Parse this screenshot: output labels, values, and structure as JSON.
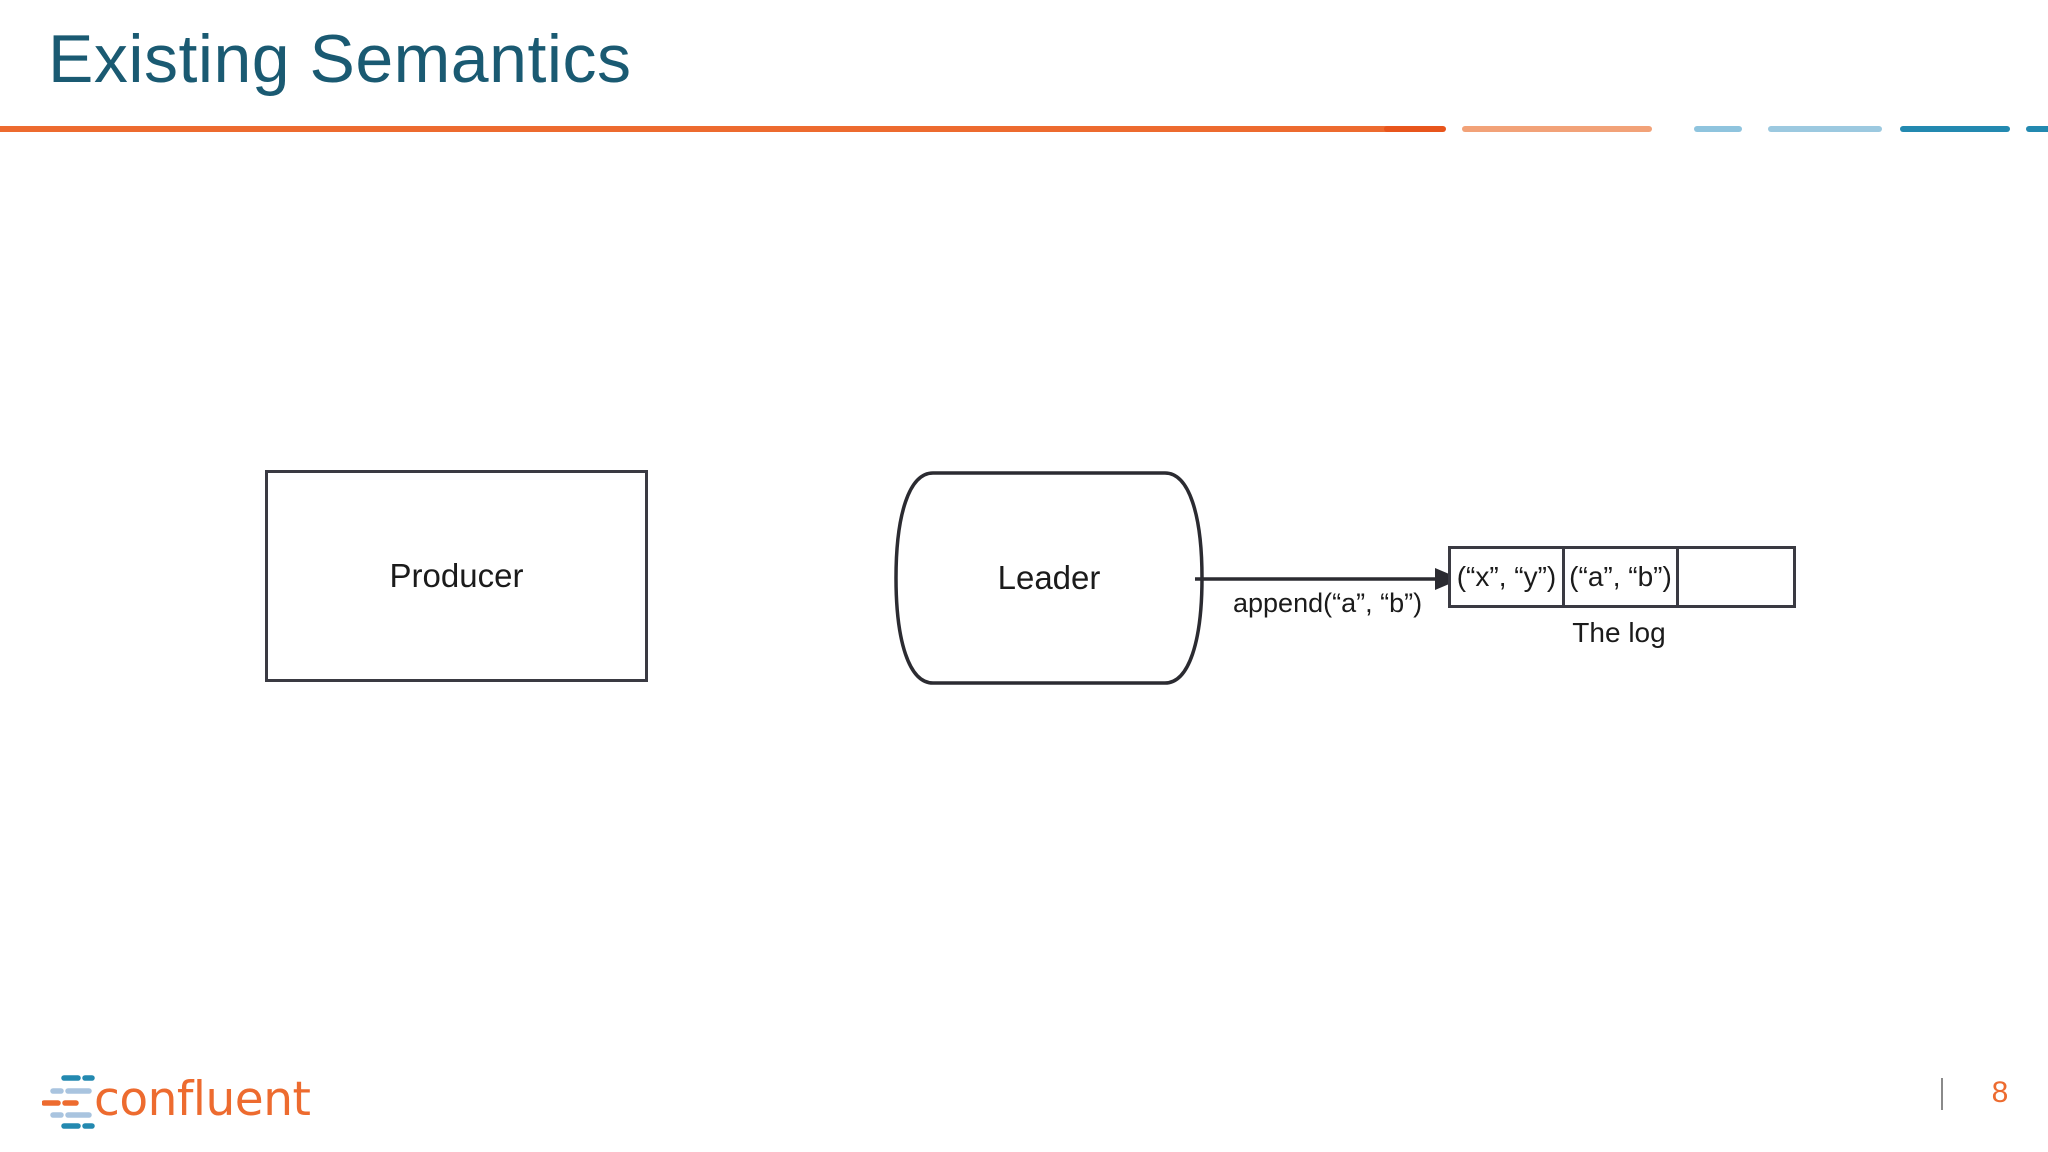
{
  "slide": {
    "title": "Existing Semantics",
    "title_color": "#1a5a72",
    "background_color": "#ffffff",
    "accent_orange": "#ED6B2F",
    "accent_blue": "#2389B0"
  },
  "rule": {
    "main_color": "#ED6B2F",
    "segments": [
      {
        "name": "dark-orange",
        "color": "#E8551C"
      },
      {
        "name": "light-orange",
        "color": "#F2A278"
      },
      {
        "name": "light-blue-short",
        "color": "#8FC4DE"
      },
      {
        "name": "light-blue-long",
        "color": "#9CC9E0"
      },
      {
        "name": "teal-blue-long",
        "color": "#2389B0"
      },
      {
        "name": "teal-blue-short",
        "color": "#2389B0"
      }
    ]
  },
  "diagram": {
    "producer": {
      "label": "Producer"
    },
    "leader": {
      "label": "Leader"
    },
    "arrow": {
      "label": "append(“a”, “b”)"
    },
    "log": {
      "caption": "The log",
      "cells": [
        "(“x”, “y”)",
        "(“a”, “b”)",
        ""
      ]
    }
  },
  "footer": {
    "logo_text": "confluent",
    "logo_color": "#ED6B2F",
    "logo_mark_blue": "#2389B0",
    "logo_mark_light_blue": "#A9C4DF",
    "page_number": "8",
    "page_number_color": "#ED6B2F"
  }
}
